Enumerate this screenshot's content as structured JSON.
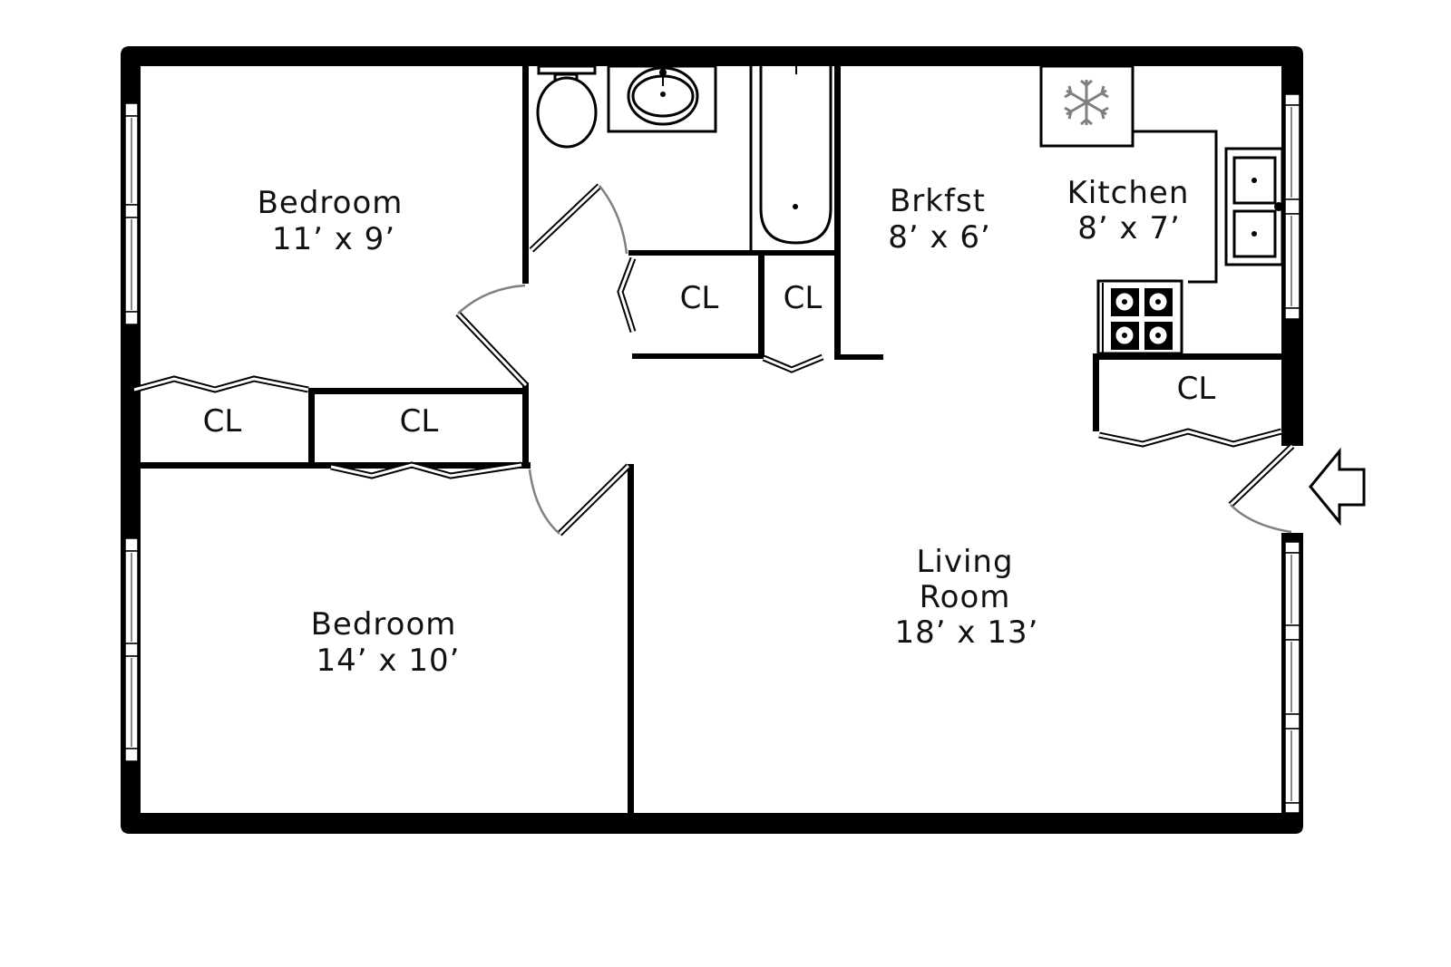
{
  "plan": {
    "rooms": [
      {
        "id": "bedroom-1",
        "name": "Bedroom",
        "size": "11’ x 9’"
      },
      {
        "id": "bedroom-2",
        "name": "Bedroom",
        "size": "14’ x 10’"
      },
      {
        "id": "breakfast",
        "name": "Brkfst",
        "size": "8’ x 6’"
      },
      {
        "id": "kitchen",
        "name": "Kitchen",
        "size": "8’ x 7’"
      },
      {
        "id": "living-room",
        "name_line1": "Living",
        "name_line2": "Room",
        "size": "18’ x 13’"
      }
    ],
    "closets": [
      {
        "id": "closet-hall-left",
        "label": "CL"
      },
      {
        "id": "closet-hall-right",
        "label": "CL"
      },
      {
        "id": "closet-bedroom-left",
        "label": "CL"
      },
      {
        "id": "closet-bedroom-right",
        "label": "CL"
      },
      {
        "id": "closet-entry",
        "label": "CL"
      }
    ],
    "fixtures": [
      "toilet",
      "sink",
      "bathtub",
      "refrigerator",
      "double-sink",
      "stove"
    ],
    "icons": {
      "refrigerator": "snowflake-icon",
      "entry": "entry-arrow-icon"
    },
    "colors": {
      "wall": "#000000",
      "background": "#ffffff",
      "door_swing": "#808080",
      "fridge_symbol": "#808080"
    }
  }
}
